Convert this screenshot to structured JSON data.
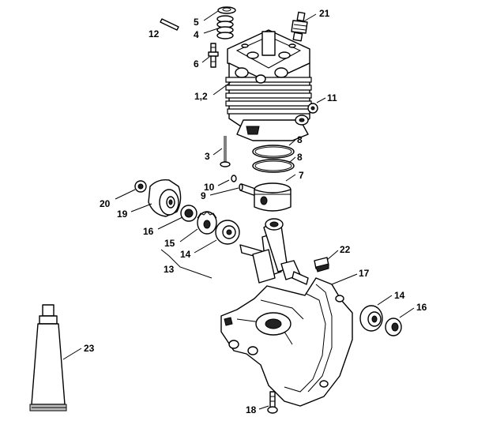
{
  "diagram": {
    "callouts": {
      "c1": "5",
      "c2": "4",
      "c3": "6",
      "c4": "12",
      "c5": "21",
      "c6": "1,2",
      "c7": "11",
      "c8": "8",
      "c9": "8",
      "c10": "3",
      "c11": "7",
      "c12": "10",
      "c13": "9",
      "c14": "20",
      "c15": "19",
      "c16": "16",
      "c17": "15",
      "c18": "14",
      "c19": "13",
      "c20": "22",
      "c21": "17",
      "c22": "14",
      "c23": "16",
      "c24": "23",
      "c25": "18"
    }
  }
}
